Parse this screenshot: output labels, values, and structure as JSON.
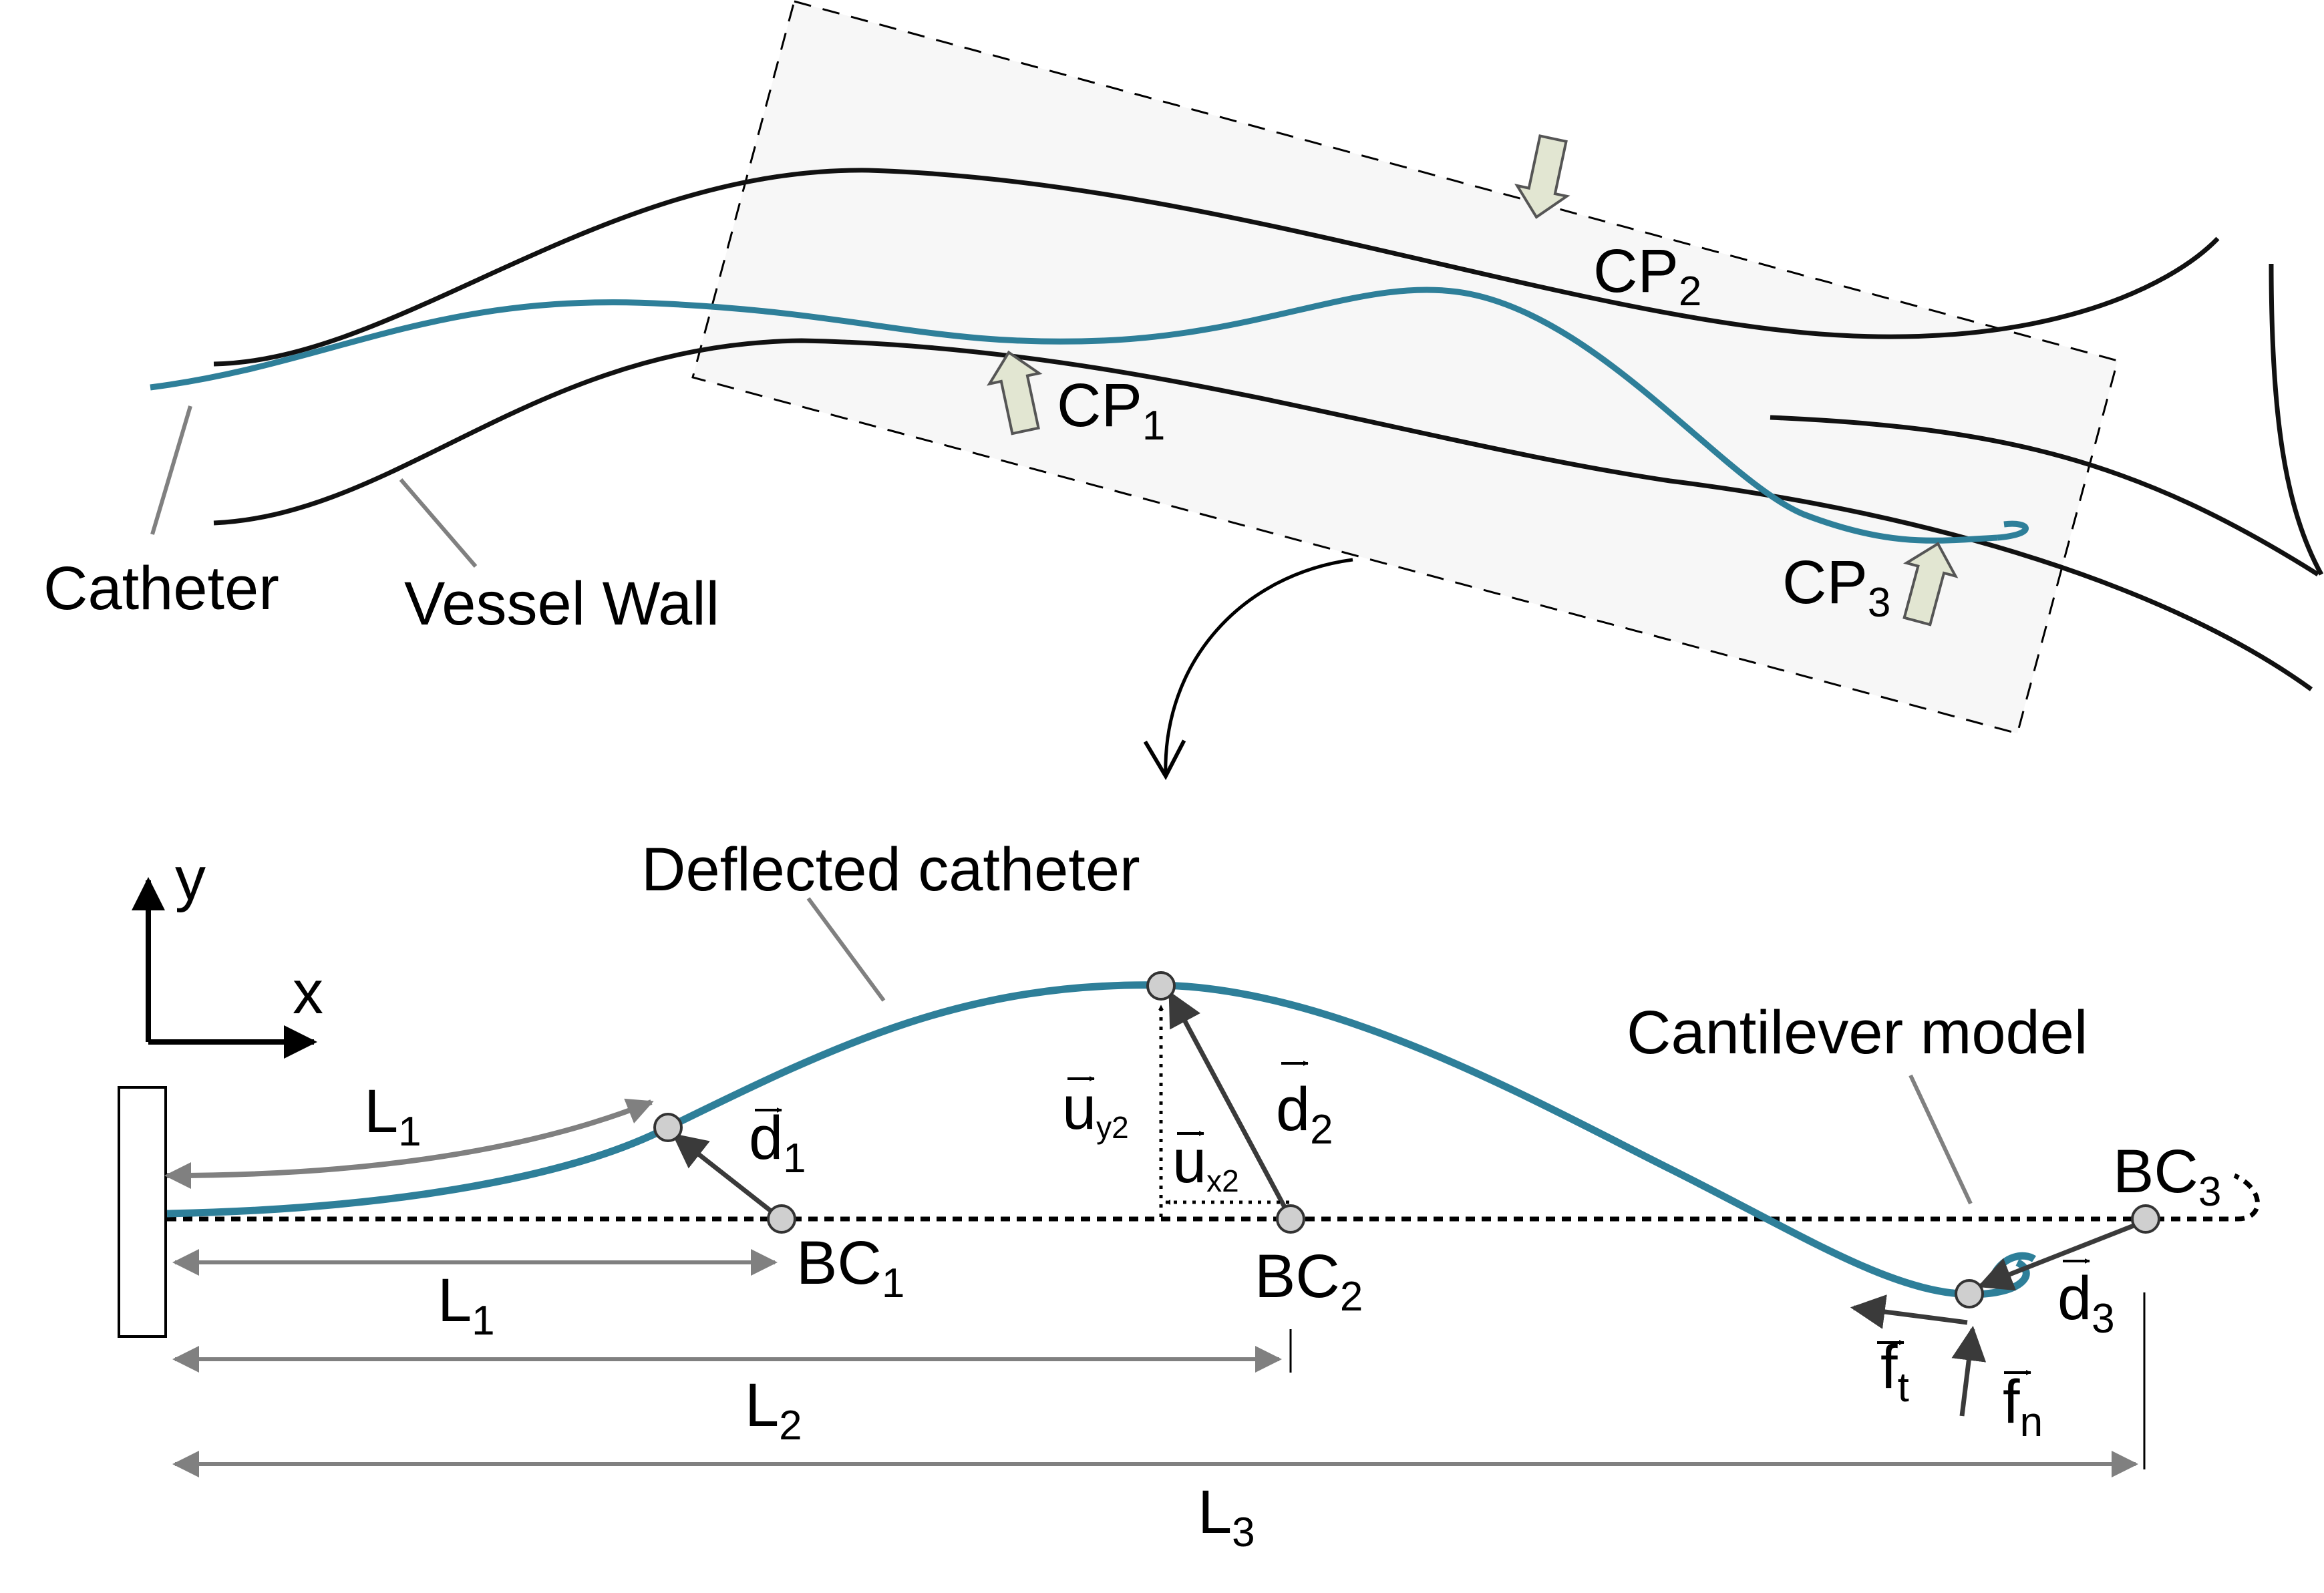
{
  "labels": {
    "catheter": "Catheter",
    "vessel_wall": "Vessel Wall",
    "cp1": "CP",
    "cp1_sub": "1",
    "cp2": "CP",
    "cp2_sub": "2",
    "cp3": "CP",
    "cp3_sub": "3",
    "deflected_catheter": "Deflected catheter",
    "cantilever_model": "Cantilever model",
    "axis_y": "y",
    "axis_x": "x",
    "l1_top": "L",
    "l1_top_sub": "1",
    "l1_bottom": "L",
    "l1_bottom_sub": "1",
    "l2": "L",
    "l2_sub": "2",
    "l3": "L",
    "l3_sub": "3",
    "bc1": "BC",
    "bc1_sub": "1",
    "bc2": "BC",
    "bc2_sub": "2",
    "bc3": "BC",
    "bc3_sub": "3",
    "d1": "d",
    "d1_sub": "1",
    "d2": "d",
    "d2_sub": "2",
    "d3": "d",
    "d3_sub": "3",
    "uy2": "u",
    "uy2_sub": "y2",
    "ux2": "u",
    "ux2_sub": "x2",
    "ft": "f",
    "ft_sub": "t",
    "fn": "f",
    "fn_sub": "n",
    "vec_arrow": "⃗"
  },
  "colors": {
    "catheter": "#2e7f99",
    "vessel": "#111111",
    "leader": "#808080",
    "vector": "#3a3a3a",
    "contact_arrow_fill": "#e2e6d2",
    "contact_arrow_stroke": "#555555",
    "region_fill": "#f7f7f7",
    "node_fill": "#cfcfcf"
  },
  "icons": {
    "zoom_arrow": "curved-arrow-down-icon",
    "contact_arrow": "block-arrow-icon",
    "wall_support": "fixed-support-icon"
  }
}
